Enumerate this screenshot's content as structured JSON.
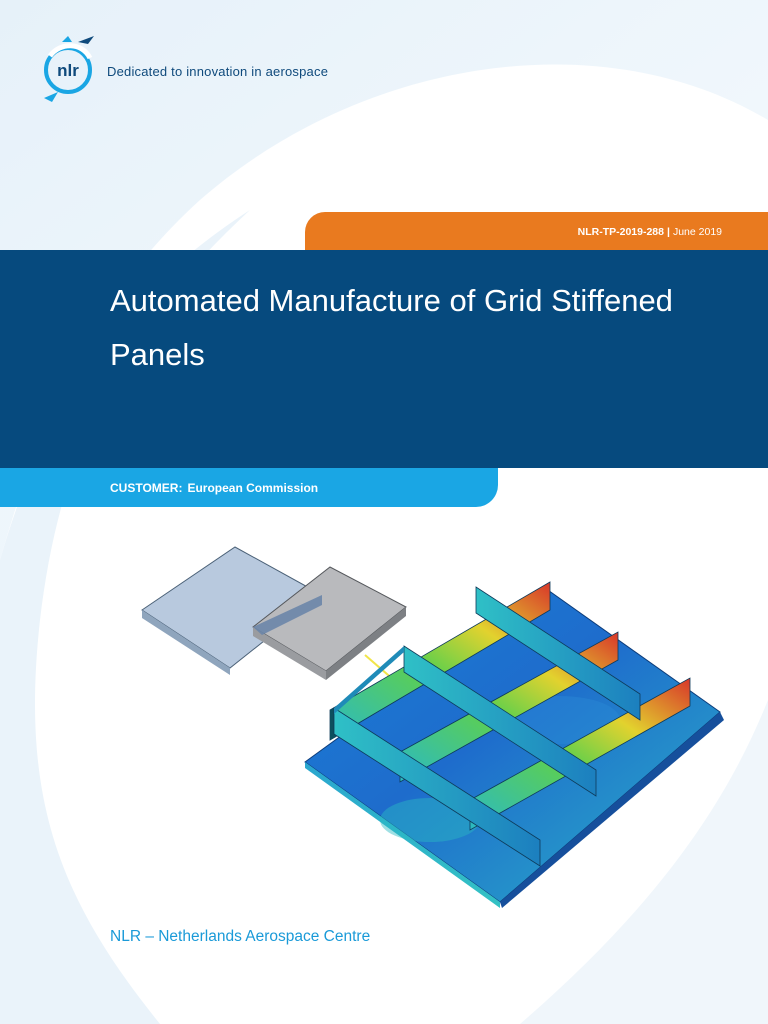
{
  "branding": {
    "logo_text": "nlr",
    "tagline": "Dedicated to innovation in aerospace"
  },
  "report": {
    "number": "NLR-TP-2019-288",
    "separator": "|",
    "date": "June 2019"
  },
  "title": "Automated Manufacture of Grid Stiffened Panels",
  "customer": {
    "label": "CUSTOMER:",
    "value": "European Commission"
  },
  "footer": {
    "organization": "NLR – Netherlands Aerospace Centre"
  },
  "colors": {
    "orange_accent": "#e97a1f",
    "navy_band": "#064a7e",
    "cyan_band": "#1aa6e4",
    "brand_blue": "#0f4a7c"
  },
  "illustration": {
    "description_icon": "grid-stiffened-panel-fea-render"
  }
}
